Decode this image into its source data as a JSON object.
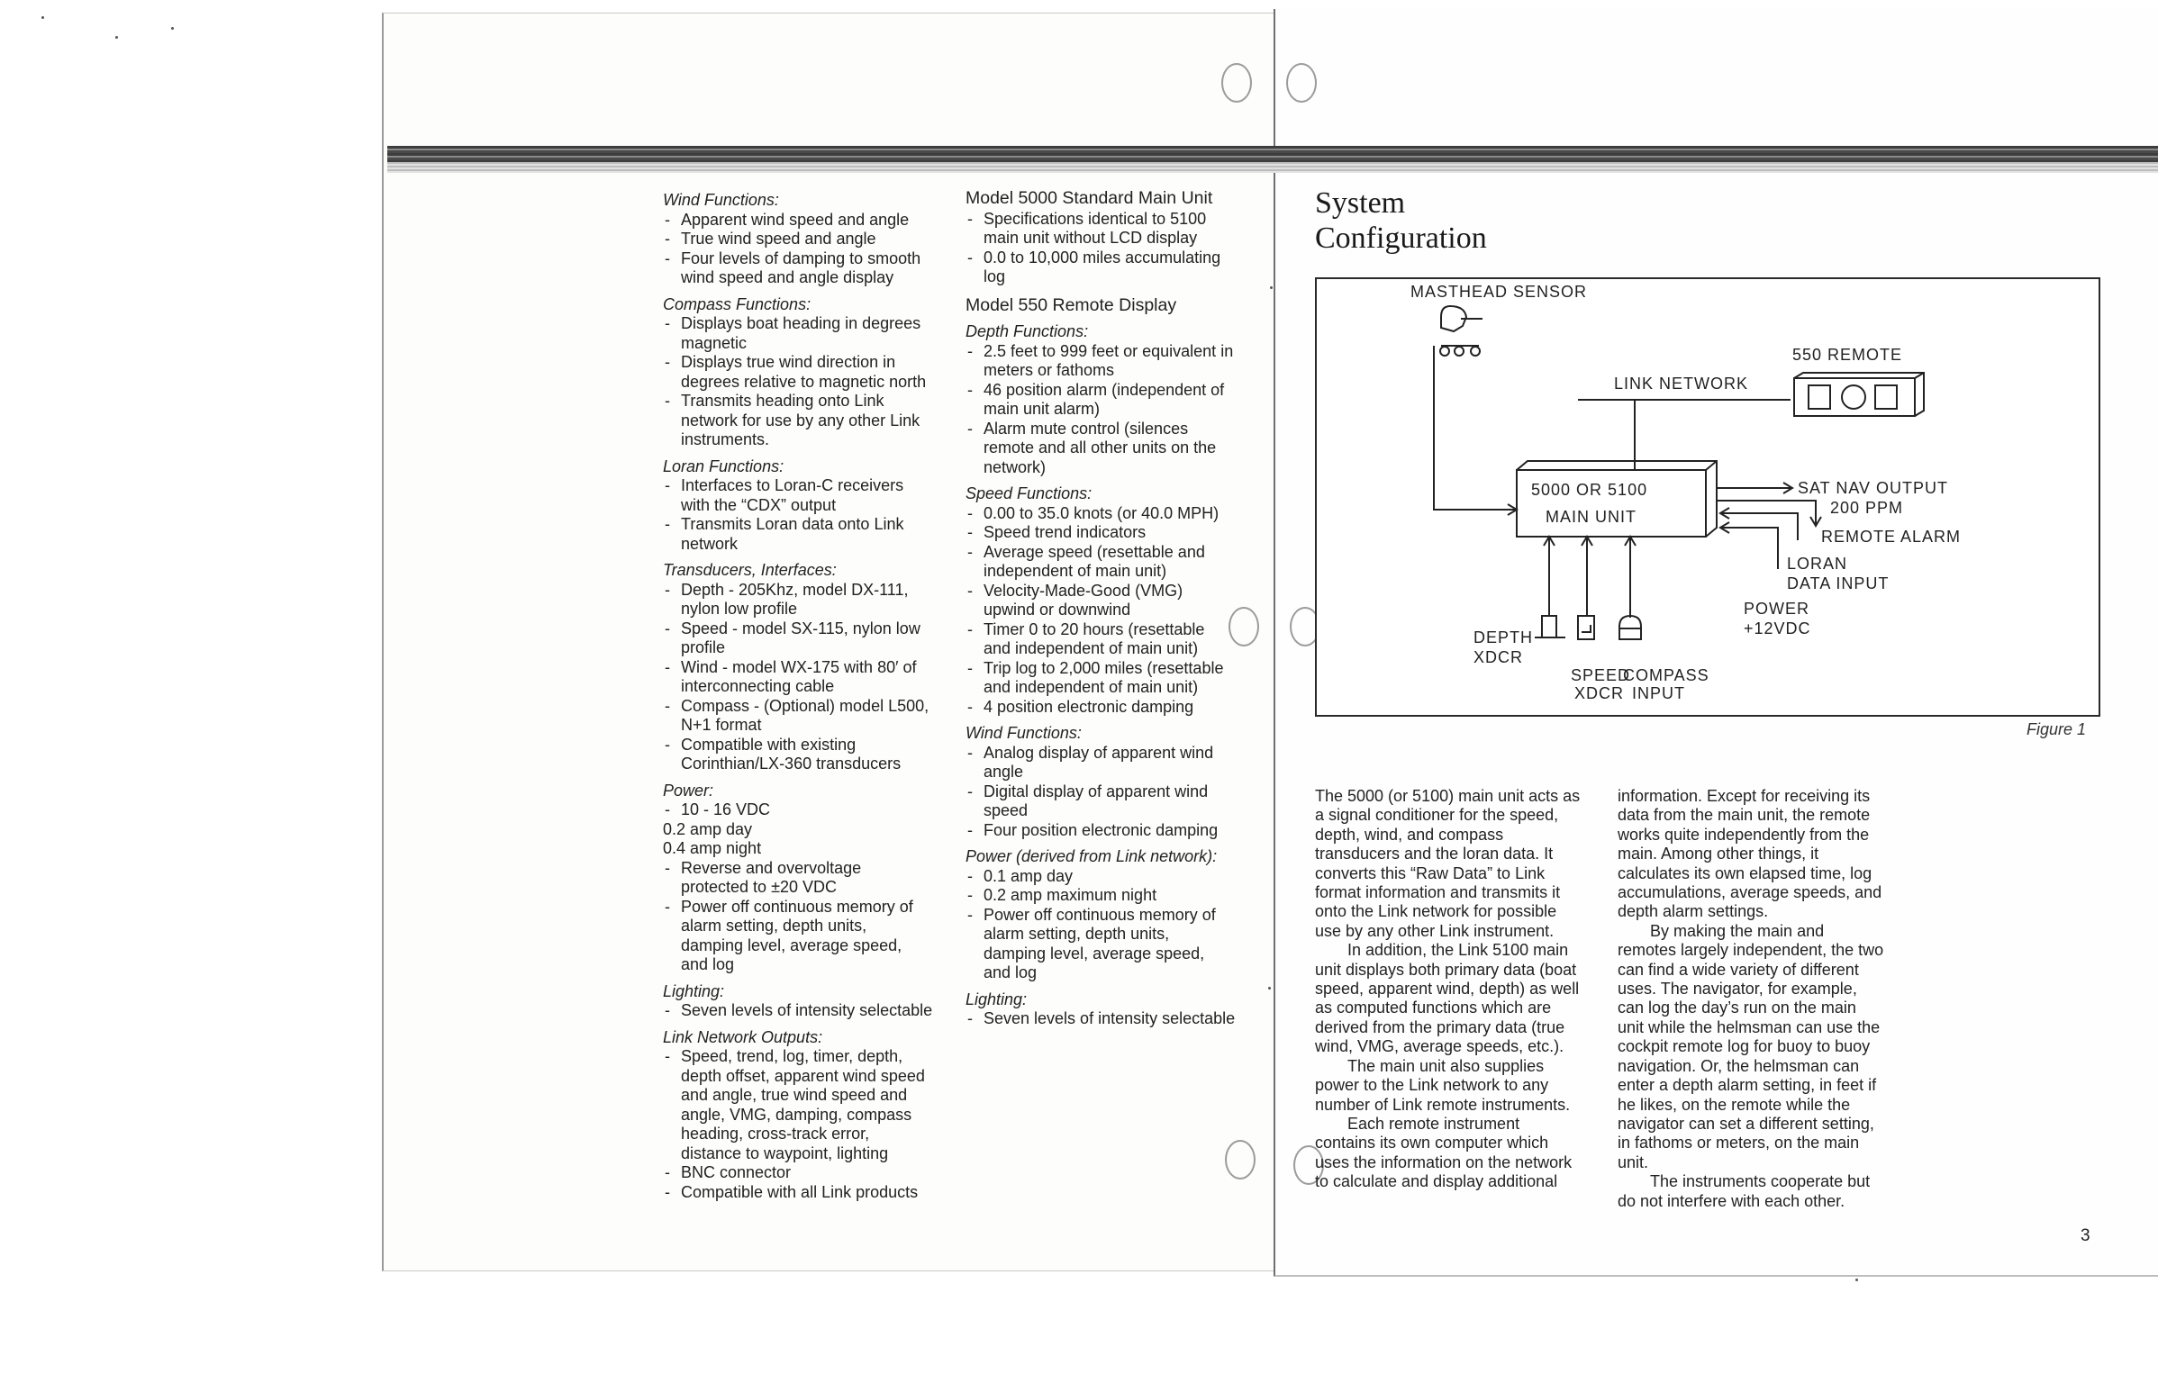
{
  "left_col1": {
    "items": [
      {
        "t": "h",
        "text": "Wind Functions:"
      },
      {
        "t": "b",
        "text": "Apparent wind speed and angle"
      },
      {
        "t": "b",
        "text": "True wind speed and angle"
      },
      {
        "t": "b",
        "text": "Four levels of damping to smooth wind speed and angle display"
      },
      {
        "t": "h",
        "text": "Compass Functions:"
      },
      {
        "t": "b",
        "text": "Displays boat heading in degrees magnetic"
      },
      {
        "t": "b",
        "text": "Displays true wind direction in degrees relative to magnetic north"
      },
      {
        "t": "b",
        "text": "Transmits heading onto Link network for use by any other Link instruments."
      },
      {
        "t": "h",
        "text": "Loran Functions:"
      },
      {
        "t": "b",
        "text": "Interfaces to Loran-C receivers with the “CDX” output"
      },
      {
        "t": "b",
        "text": "Transmits Loran data onto Link network"
      },
      {
        "t": "h",
        "text": "Transducers, Interfaces:"
      },
      {
        "t": "b",
        "text": "Depth - 205Khz, model DX-111, nylon low profile"
      },
      {
        "t": "b",
        "text": "Speed - model SX-115, nylon low profile"
      },
      {
        "t": "b",
        "text": "Wind - model WX-175 with 80′ of interconnecting cable"
      },
      {
        "t": "b",
        "text": "Compass - (Optional) model L500, N+1 format"
      },
      {
        "t": "b",
        "text": "Compatible with existing Corinthian/LX-360 transducers"
      },
      {
        "t": "h",
        "text": "Power:"
      },
      {
        "t": "b",
        "text": "10 - 16 VDC"
      },
      {
        "t": "s",
        "text": "0.2 amp day"
      },
      {
        "t": "s",
        "text": "0.4 amp night"
      },
      {
        "t": "b",
        "text": "Reverse and overvoltage protected to ±20 VDC"
      },
      {
        "t": "b",
        "text": "Power off continuous memory of alarm setting, depth units, damping level, average speed, and log"
      },
      {
        "t": "h",
        "text": "Lighting:"
      },
      {
        "t": "b",
        "text": "Seven levels of intensity selectable"
      },
      {
        "t": "h",
        "text": "Link Network Outputs:"
      },
      {
        "t": "b",
        "text": "Speed, trend, log, timer, depth, depth offset, apparent wind speed and angle, true wind speed and angle, VMG, damping, compass heading, cross-track error, distance to waypoint, lighting"
      },
      {
        "t": "b",
        "text": "BNC connector"
      },
      {
        "t": "b",
        "text": "Compatible with all Link products"
      }
    ]
  },
  "left_col2": {
    "items": [
      {
        "t": "ht",
        "text": "Model 5000 Standard Main Unit"
      },
      {
        "t": "b",
        "text": "Specifications identical to 5100 main unit without LCD display"
      },
      {
        "t": "b",
        "text": "0.0 to 10,000 miles accumulating log"
      },
      {
        "t": "ht",
        "text": "Model 550 Remote Display"
      },
      {
        "t": "h",
        "text": "Depth Functions:"
      },
      {
        "t": "b",
        "text": "2.5 feet to 999 feet or equivalent in meters or fathoms"
      },
      {
        "t": "b",
        "text": "46 position alarm (independent of main unit alarm)"
      },
      {
        "t": "b",
        "text": "Alarm mute control (silences remote and all other units on the network)"
      },
      {
        "t": "h",
        "text": "Speed Functions:"
      },
      {
        "t": "b",
        "text": "0.00 to 35.0 knots (or 40.0 MPH)"
      },
      {
        "t": "b",
        "text": "Speed trend indicators"
      },
      {
        "t": "b",
        "text": "Average speed (resettable and independent of main unit)"
      },
      {
        "t": "b",
        "text": "Velocity-Made-Good (VMG) upwind or downwind"
      },
      {
        "t": "b",
        "text": "Timer 0 to 20 hours (resettable and independent of main unit)"
      },
      {
        "t": "b",
        "text": "Trip log to 2,000 miles (resettable and independent of main unit)"
      },
      {
        "t": "b",
        "text": "4 position electronic damping"
      },
      {
        "t": "h",
        "text": "Wind Functions:"
      },
      {
        "t": "b",
        "text": "Analog display of apparent wind angle"
      },
      {
        "t": "b",
        "text": "Digital display of apparent wind speed"
      },
      {
        "t": "b",
        "text": "Four position electronic damping"
      },
      {
        "t": "h",
        "text": "Power (derived from Link network):"
      },
      {
        "t": "b",
        "text": "0.1 amp day"
      },
      {
        "t": "b",
        "text": "0.2 amp maximum night"
      },
      {
        "t": "b",
        "text": "Power off continuous memory of alarm setting, depth units, damping level, average speed, and log"
      },
      {
        "t": "h",
        "text": "Lighting:"
      },
      {
        "t": "b",
        "text": "Seven levels of intensity selectable"
      }
    ]
  },
  "right": {
    "title_line1": "System",
    "title_line2": "Configuration",
    "figure_caption": "Figure 1",
    "page_number": "3",
    "diagram": {
      "masthead": "MASTHEAD  SENSOR",
      "remote": "550  REMOTE",
      "link_network": "LINK  NETWORK",
      "main_line1": "5000  OR  5100",
      "main_line2": "MAIN  UNIT",
      "satnav": "SAT  NAV  OUTPUT",
      "ppm": "200  PPM",
      "remote_alarm": "REMOTE  ALARM",
      "loran1": "LORAN",
      "loran2": "DATA  INPUT",
      "power1": "POWER",
      "power2": "+12VDC",
      "depth1": "DEPTH",
      "depth2": "XDCR",
      "speed1": "SPEED",
      "speed2": "XDCR",
      "compass1": "COMPASS",
      "compass2": "INPUT"
    },
    "body_col1": [
      {
        "cls": "",
        "text": "The 5000 (or 5100) main unit acts as a signal conditioner for the speed, depth, wind, and compass transducers and the loran data. It converts this “Raw Data” to Link format information and transmits it onto the Link network for possible use by any other Link instrument."
      },
      {
        "cls": "ind",
        "text": "In addition, the Link 5100 main unit displays both primary data (boat speed, apparent wind, depth) as well as computed functions which are derived from the primary data (true wind, VMG, average speeds, etc.)."
      },
      {
        "cls": "ind",
        "text": "The main unit also supplies power to the Link network to any number of Link remote instruments."
      },
      {
        "cls": "ind",
        "text": "Each remote instrument contains its own computer which uses the information on the network to calculate and display additional"
      }
    ],
    "body_col2": [
      {
        "cls": "",
        "text": "information. Except for receiving its data from the main unit, the remote works quite independently from the main. Among other things, it calculates its own elapsed time, log accumulations, average speeds, and depth alarm settings."
      },
      {
        "cls": "ind",
        "text": "By making the main and remotes largely independent, the two can find a wide variety of different uses. The navigator, for example, can log the day’s run on the main unit while the helmsman can use the cockpit remote log for buoy to buoy navigation. Or, the helmsman can enter a depth alarm setting, in feet if he likes, on the remote while the navigator can set a different setting, in fathoms or meters, on the main unit."
      },
      {
        "cls": "ind",
        "text": "The instruments cooperate but do not interfere with each other."
      }
    ]
  }
}
